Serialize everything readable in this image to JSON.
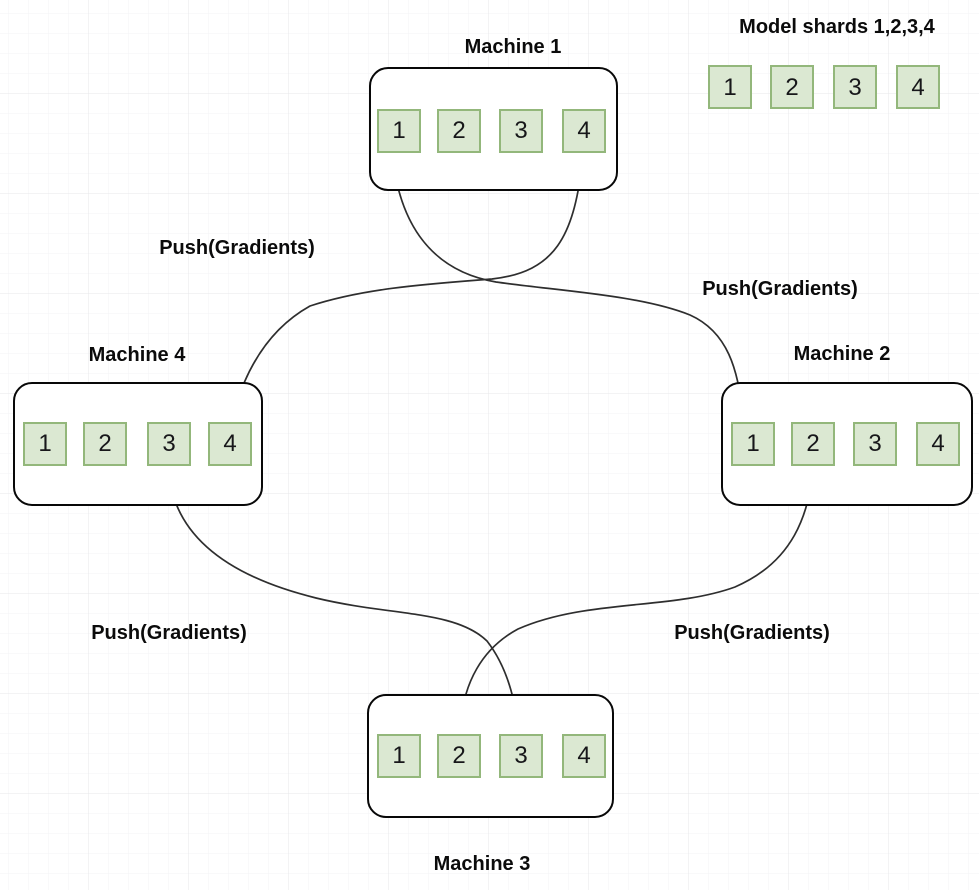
{
  "legend": {
    "title": "Model shards 1,2,3,4",
    "shards": [
      "1",
      "2",
      "3",
      "4"
    ]
  },
  "machines": [
    {
      "name": "Machine 1",
      "shards": [
        "1",
        "2",
        "3",
        "4"
      ]
    },
    {
      "name": "Machine 2",
      "shards": [
        "1",
        "2",
        "3",
        "4"
      ]
    },
    {
      "name": "Machine 3",
      "shards": [
        "1",
        "2",
        "3",
        "4"
      ]
    },
    {
      "name": "Machine 4",
      "shards": [
        "1",
        "2",
        "3",
        "4"
      ]
    }
  ],
  "edges": [
    {
      "label": "Push(Gradients)",
      "from": "Machine 1 shard 1",
      "to": "Machine 2 shard 1"
    },
    {
      "label": "Push(Gradients)",
      "from": "Machine 2 shard 2",
      "to": "Machine 3 shard 2"
    },
    {
      "label": "Push(Gradients)",
      "from": "Machine 3 shard 3",
      "to": "Machine 4 shard 3"
    },
    {
      "label": "Push(Gradients)",
      "from": "Machine 4 shard 4",
      "to": "Machine 1 shard 4"
    }
  ],
  "colors": {
    "shard_fill": "#dbe8d2",
    "shard_border": "#93b77b",
    "machine_border": "#080808",
    "edge": "#2e2e2e",
    "text": "#0b0b0b",
    "background": "#ffffff",
    "grid_minor": "#f3f3f5",
    "grid_major": "#e7e7ea"
  }
}
